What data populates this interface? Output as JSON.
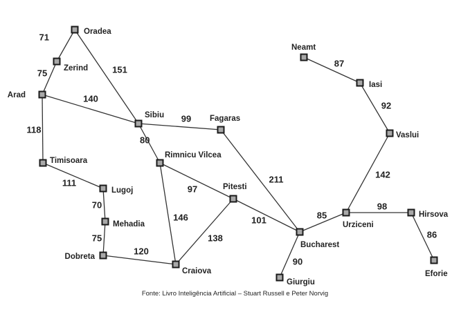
{
  "cities": [
    {
      "id": "oradea",
      "name": "Oradea"
    },
    {
      "id": "zerind",
      "name": "Zerind"
    },
    {
      "id": "arad",
      "name": "Arad"
    },
    {
      "id": "sibiu",
      "name": "Sibiu"
    },
    {
      "id": "fagaras",
      "name": "Fagaras"
    },
    {
      "id": "timisoara",
      "name": "Timisoara"
    },
    {
      "id": "rimnicu",
      "name": "Rimnicu Vilcea"
    },
    {
      "id": "lugoj",
      "name": "Lugoj"
    },
    {
      "id": "pitesti",
      "name": "Pitesti"
    },
    {
      "id": "mehadia",
      "name": "Mehadia"
    },
    {
      "id": "dobreta",
      "name": "Dobreta"
    },
    {
      "id": "craiova",
      "name": "Craiova"
    },
    {
      "id": "bucharest",
      "name": "Bucharest"
    },
    {
      "id": "giurgiu",
      "name": "Giurgiu"
    },
    {
      "id": "urziceni",
      "name": "Urziceni"
    },
    {
      "id": "hirsova",
      "name": "Hirsova"
    },
    {
      "id": "eforie",
      "name": "Eforie"
    },
    {
      "id": "vaslui",
      "name": "Vaslui"
    },
    {
      "id": "iasi",
      "name": "Iasi"
    },
    {
      "id": "neamt",
      "name": "Neamt"
    }
  ],
  "roads": [
    {
      "from": "oradea",
      "to": "zerind",
      "distance": "71"
    },
    {
      "from": "zerind",
      "to": "arad",
      "distance": "75"
    },
    {
      "from": "oradea",
      "to": "sibiu",
      "distance": "151"
    },
    {
      "from": "arad",
      "to": "sibiu",
      "distance": "140"
    },
    {
      "from": "arad",
      "to": "timisoara",
      "distance": "118"
    },
    {
      "from": "sibiu",
      "to": "fagaras",
      "distance": "99"
    },
    {
      "from": "sibiu",
      "to": "rimnicu",
      "distance": "80"
    },
    {
      "from": "timisoara",
      "to": "lugoj",
      "distance": "111"
    },
    {
      "from": "lugoj",
      "to": "mehadia",
      "distance": "70"
    },
    {
      "from": "mehadia",
      "to": "dobreta",
      "distance": "75"
    },
    {
      "from": "dobreta",
      "to": "craiova",
      "distance": "120"
    },
    {
      "from": "rimnicu",
      "to": "craiova",
      "distance": "146"
    },
    {
      "from": "rimnicu",
      "to": "pitesti",
      "distance": "97"
    },
    {
      "from": "craiova",
      "to": "pitesti",
      "distance": "138"
    },
    {
      "from": "pitesti",
      "to": "bucharest",
      "distance": "101"
    },
    {
      "from": "fagaras",
      "to": "bucharest",
      "distance": "211"
    },
    {
      "from": "bucharest",
      "to": "giurgiu",
      "distance": "90"
    },
    {
      "from": "bucharest",
      "to": "urziceni",
      "distance": "85"
    },
    {
      "from": "urziceni",
      "to": "hirsova",
      "distance": "98"
    },
    {
      "from": "hirsova",
      "to": "eforie",
      "distance": "86"
    },
    {
      "from": "urziceni",
      "to": "vaslui",
      "distance": "142"
    },
    {
      "from": "vaslui",
      "to": "iasi",
      "distance": "92"
    },
    {
      "from": "iasi",
      "to": "neamt",
      "distance": "87"
    }
  ],
  "caption": "Fonte: Livro Inteligência Artificial – Stuart Russell e Peter Norvig",
  "colors": {
    "node_fill": "#a8a8a8",
    "node_stroke": "#1a1a1a",
    "edge": "#333333",
    "text": "#222222"
  }
}
